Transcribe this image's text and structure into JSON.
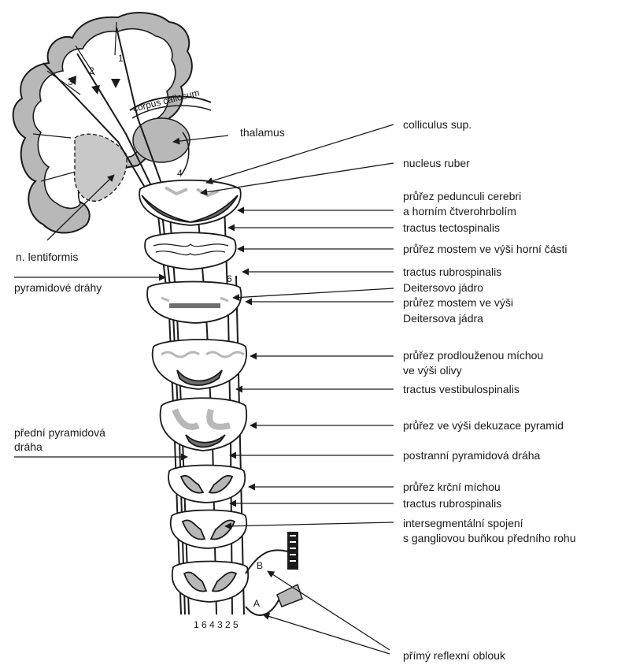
{
  "colors": {
    "ink": "#1a1a1a",
    "gray": "#b8b8b8",
    "dark_gray": "#6e6e6e",
    "background": "#ffffff"
  },
  "brain_labels": {
    "corpus_callosum": "corpus callosum",
    "pathway_numbers": [
      "1",
      "2",
      "3",
      "4",
      "6"
    ],
    "reflex_arc_a": "A",
    "reflex_arc_b": "B",
    "bottom_numbers": "1 6 4 3 2 5"
  },
  "left_labels": {
    "thalamus": "thalamus",
    "n_lentiformis": "n. lentiformis",
    "pyramidove_drahy": "pyramidové dráhy",
    "predni_pyramidova_line1": "přední pyramidová",
    "predni_pyramidova_line2": "dráha"
  },
  "right_labels": [
    "colliculus sup.",
    "nucleus ruber",
    "průřez pedunculi cerebri",
    "a horním čtverohrbolím",
    "tractus tectospinalis",
    "průřez mostem ve výši horní části",
    "tractus rubrospinalis",
    "Deitersovo jádro",
    "průřez mostem ve výši",
    "Deitersova jádra",
    "průřez  prodlouženou míchou",
    "ve výši olivy",
    "tractus vestibulospinalis",
    "průřez ve výši dekuzace pyramid",
    "postranní pyramidová dráha",
    "průřez krční míchou",
    "tractus rubrospinalis",
    "intersegmentální spojení",
    "s gangliovou buňkou předního rohu",
    "přímý reflexní oblouk"
  ]
}
